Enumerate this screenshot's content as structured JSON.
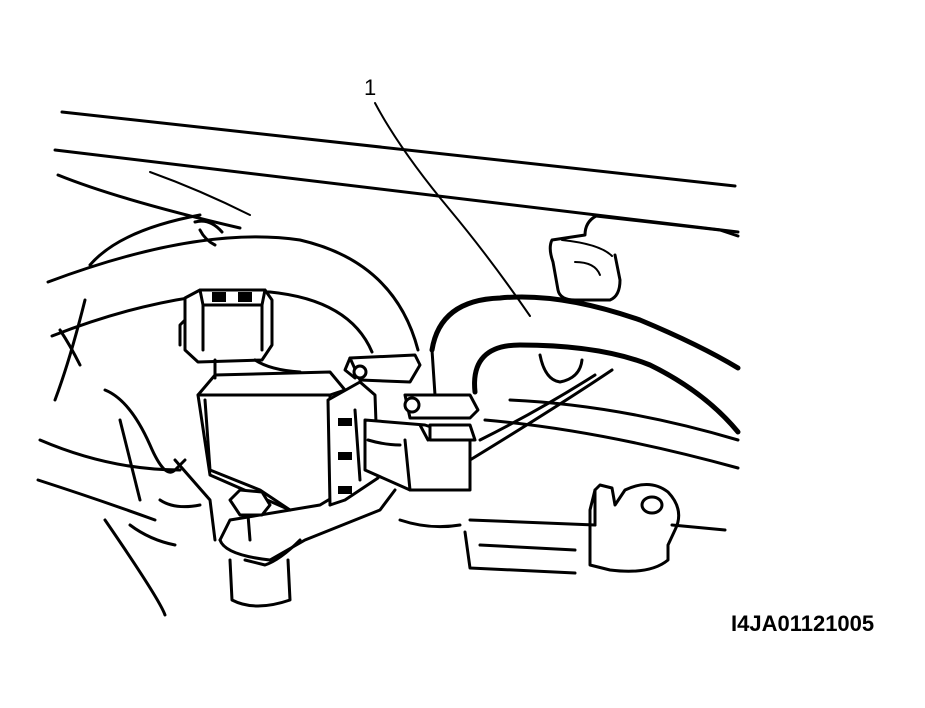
{
  "callouts": [
    {
      "number": "1",
      "target": "vacuum-hose"
    }
  ],
  "figure_code": "I4JA01121005"
}
